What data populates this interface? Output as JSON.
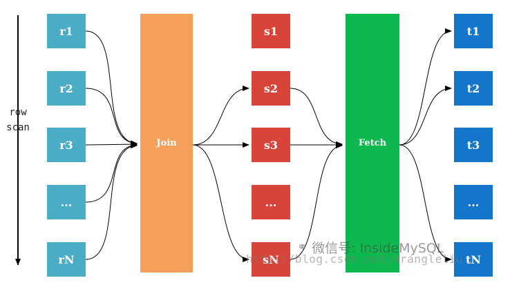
{
  "axis": {
    "label_line1": "row",
    "label_line2": "scan"
  },
  "left_column": [
    "r1",
    "r2",
    "r3",
    "...",
    "rN"
  ],
  "middle_column": [
    "s1",
    "s2",
    "s3",
    "...",
    "sN"
  ],
  "right_column": [
    "t1",
    "t2",
    "t3",
    "...",
    "tN"
  ],
  "join_label": "Join",
  "fetch_label": "Fetch",
  "watermark": {
    "text": "微信号: InsideMySQL",
    "url": "http://blog.csdn.net/orangleliu"
  },
  "colors": {
    "r": "#4BACC6",
    "join": "#F4A05A",
    "s": "#D9443A",
    "fetch": "#0DB84E",
    "t": "#1476C9"
  }
}
